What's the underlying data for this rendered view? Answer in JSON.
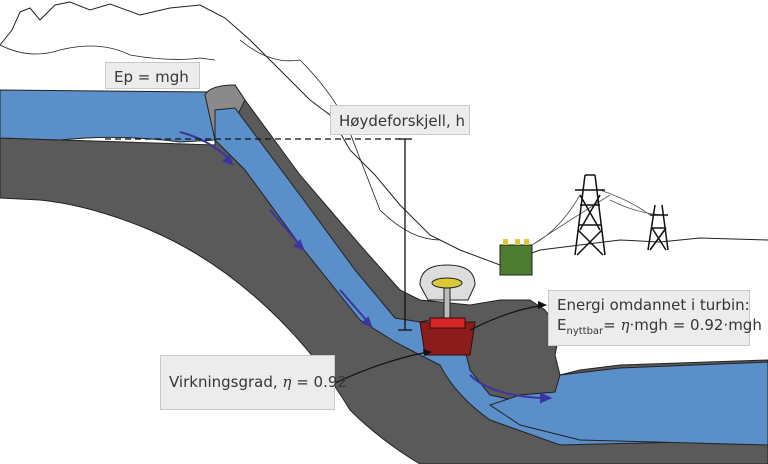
{
  "labels": {
    "potential_energy": "Ep = mgh",
    "height_difference": "Høydeforskjell, h",
    "energy_title": "Energi omdannet i turbin:",
    "energy_E": "E",
    "energy_sub": "nyttbar",
    "energy_eq_a": "= ",
    "energy_eta": "η",
    "energy_eq_b": "·mgh = 0.92·mgh",
    "efficiency_text": "Virkningsgrad, ",
    "efficiency_eta": "η",
    "efficiency_value": " = 0.92"
  },
  "colors": {
    "water": "#5b8fc9",
    "rock": "#5a5a5a",
    "flow_arrow": "#3b35a0",
    "turbine": "#b52020",
    "transformer": "#4e7d32"
  }
}
